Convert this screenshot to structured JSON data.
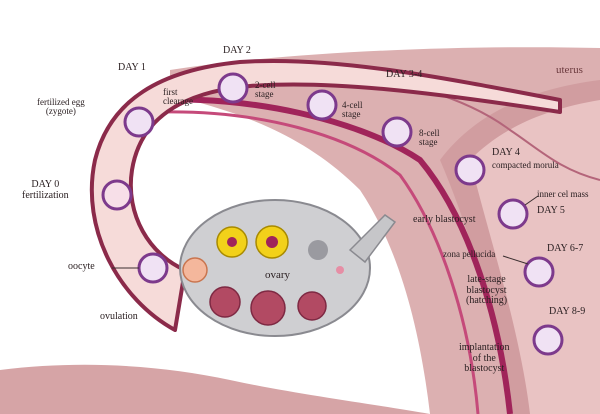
{
  "labels": {
    "uterus": "uterus",
    "day1": "DAY 1",
    "day2": "DAY 2",
    "day34": "DAY 3-4",
    "day4": "DAY 4",
    "day5": "DAY 5",
    "day67": "DAY 6-7",
    "day89": "DAY 8-9",
    "day0": "DAY 0",
    "fertilization": "fertilization",
    "fertilized_egg": "fertilized egg",
    "zygote": "(zygote)",
    "first_cleavage_1": "first",
    "first_cleavage_2": "clearage",
    "two_cell_1": "2-cell",
    "two_cell_2": "stage",
    "four_cell_1": "4-cell",
    "four_cell_2": "stage",
    "eight_cell_1": "8-cell",
    "eight_cell_2": "stage",
    "compacted_morula": "compacted morula",
    "inner_cell_mass": "inner cel mass",
    "early_blastocyst": "early blastocyst",
    "zona_pellucida": "zona pellucida",
    "late_stage_1": "late-stage",
    "late_stage_2": "blastocyst",
    "late_stage_3": "(hatching)",
    "implantation_1": "implantation",
    "implantation_2": "of the",
    "implantation_3": "blastocyst",
    "oocyte": "oocyte",
    "ovary": "ovary",
    "ovulation": "ovulation"
  },
  "colors": {
    "uterine_wall": "#d9a7a8",
    "uterine_dark": "#b47a80",
    "tube_fill": "#f6dbd9",
    "tube_outline": "#8b2a4a",
    "endometrium_magenta": "#a0245a",
    "ovary_fill": "#cfcfd1",
    "cell_purple": "#7d3a8c",
    "yellow_follicle": "#f2d11a"
  }
}
